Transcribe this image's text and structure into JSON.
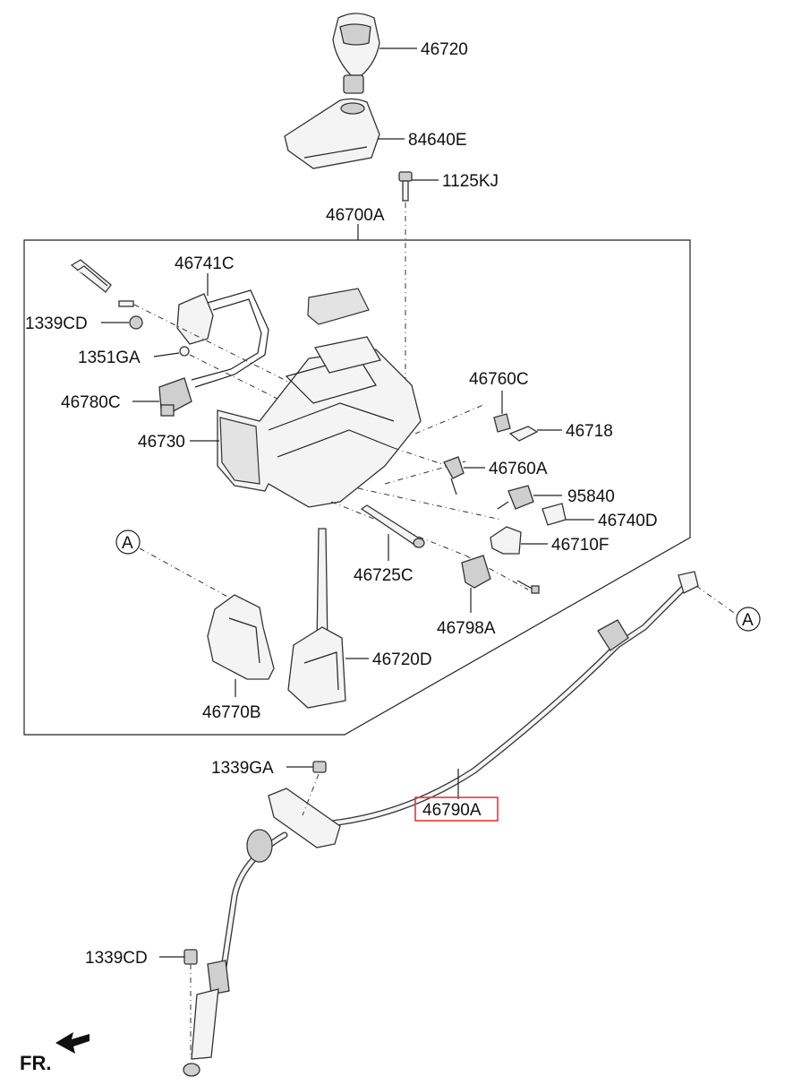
{
  "labels": {
    "p46720": "46720",
    "p84640E": "84640E",
    "p1125KJ": "1125KJ",
    "p46700A": "46700A",
    "p46741C": "46741C",
    "p1339CD_top": "1339CD",
    "p1351GA": "1351GA",
    "p46780C": "46780C",
    "p46730": "46730",
    "p46760C": "46760C",
    "p46718": "46718",
    "p46760A": "46760A",
    "p95840": "95840",
    "p46740D": "46740D",
    "p46710F": "46710F",
    "p46725C": "46725C",
    "p46798A": "46798A",
    "p46720D": "46720D",
    "p46770B": "46770B",
    "p1339GA": "1339GA",
    "p46790A": "46790A",
    "p1339CD_bottom": "1339CD",
    "ref_left": "A",
    "ref_right": "A",
    "front": "FR."
  },
  "colors": {
    "highlight_box": "#e53935",
    "line": "#222222",
    "part_fill": "#f4f4f4"
  }
}
